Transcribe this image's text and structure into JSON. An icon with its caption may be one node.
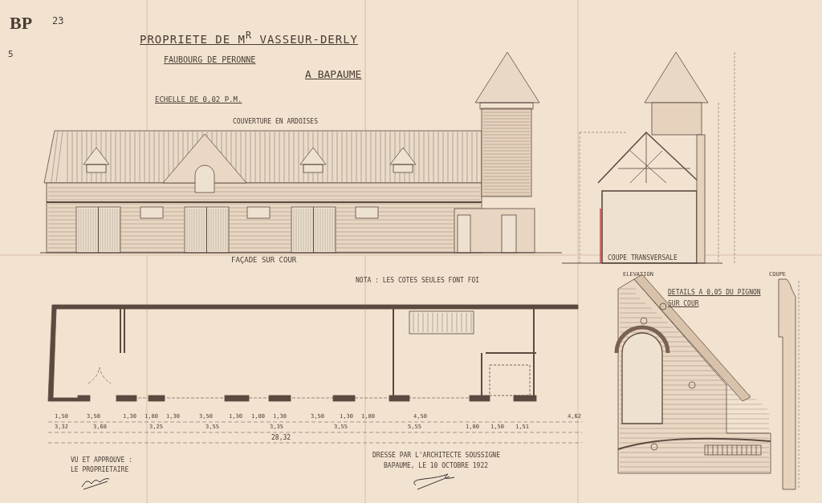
{
  "diagram": {
    "title": "PROPRIETE DE M$^{R}$ VASSEUR-DERLY",
    "labels": [
      "BP",
      "23",
      "5",
      "FAUBOURG DE PERONNE",
      "A BAPAUME",
      "ECHELLE DE 0,02 P.M.",
      "COUVERTURE EN ARDOISES",
      "FAÇADE SUR COUR",
      "COUPE TRANSVERSALE",
      "NOTA : LES COTES SEULES FONT FOI",
      "ELEVATION",
      "COUPE",
      "DETAILS A 0,05 DU PIGNON SUR COUR",
      "1,50",
      "3,50",
      "1,30",
      "1,80",
      "1,30",
      "3,50",
      "1,30",
      "1,80",
      "1,30",
      "3,50",
      "1,30",
      "1,80",
      "4,50",
      "4,62",
      "3,32",
      "3,68",
      "3,25",
      "3,55",
      "3,35",
      "3,55",
      "5,55",
      "1,80",
      "1,50",
      "1,51",
      "28,32",
      "VU ET APPROUVE :",
      "LE PROPRIETAIRE",
      "DRESSE PAR L'ARCHITECTE SOUSSIGNE",
      "BAPAUME, LE 10 OCTOBRE 1922"
    ]
  }
}
